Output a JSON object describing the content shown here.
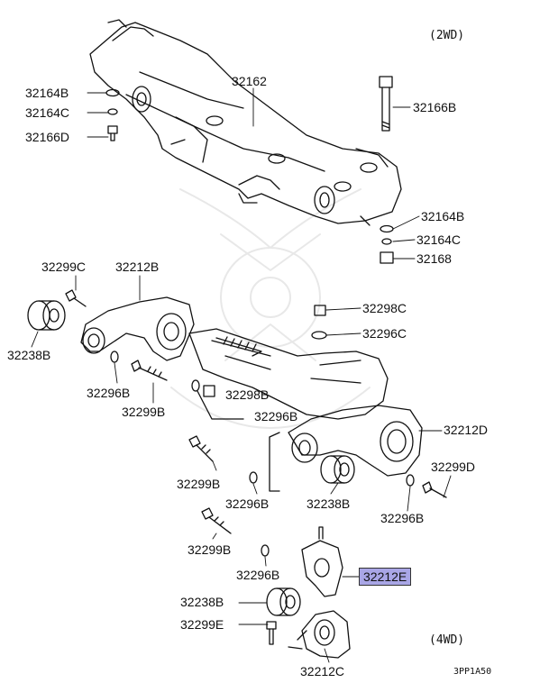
{
  "variants": {
    "top": "(2WD)",
    "bottom": "(4WD)"
  },
  "figure_code": "3PP1A50",
  "highlight_color": "#a9a6e6",
  "parts": [
    {
      "key": "p32164B_top",
      "label": "32164B"
    },
    {
      "key": "p32164C_top",
      "label": "32164C"
    },
    {
      "key": "p32166D",
      "label": "32166D"
    },
    {
      "key": "p32162",
      "label": "32162"
    },
    {
      "key": "p32166B",
      "label": "32166B"
    },
    {
      "key": "p32164B_right",
      "label": "32164B"
    },
    {
      "key": "p32164C_right",
      "label": "32164C"
    },
    {
      "key": "p32168",
      "label": "32168"
    },
    {
      "key": "p32299C",
      "label": "32299C"
    },
    {
      "key": "p32212B",
      "label": "32212B"
    },
    {
      "key": "p32238B_left",
      "label": "32238B"
    },
    {
      "key": "p32298C",
      "label": "32298C"
    },
    {
      "key": "p32296C",
      "label": "32296C"
    },
    {
      "key": "p32296B_a",
      "label": "32296B"
    },
    {
      "key": "p32298B",
      "label": "32298B"
    },
    {
      "key": "p32299B_a",
      "label": "32299B"
    },
    {
      "key": "p32296B_b",
      "label": "32296B"
    },
    {
      "key": "p32212D",
      "label": "32212D"
    },
    {
      "key": "p32299D",
      "label": "32299D"
    },
    {
      "key": "p32299B_b",
      "label": "32299B"
    },
    {
      "key": "p32296B_c",
      "label": "32296B"
    },
    {
      "key": "p32238B_mid",
      "label": "32238B"
    },
    {
      "key": "p32296B_d",
      "label": "32296B"
    },
    {
      "key": "p32299B_c",
      "label": "32299B"
    },
    {
      "key": "p32296B_e",
      "label": "32296B"
    },
    {
      "key": "p32212E",
      "label": "32212E",
      "highlighted": true
    },
    {
      "key": "p32238B_bottom",
      "label": "32238B"
    },
    {
      "key": "p32299E",
      "label": "32299E"
    },
    {
      "key": "p32212C",
      "label": "32212C"
    }
  ]
}
